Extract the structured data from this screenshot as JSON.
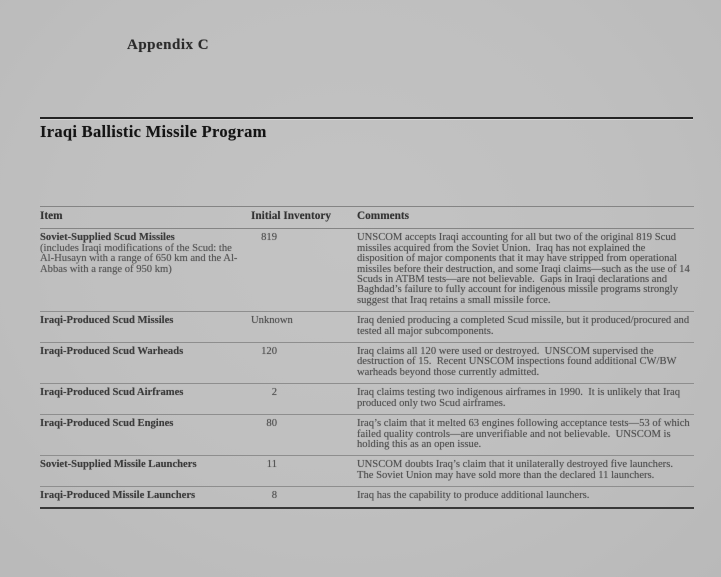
{
  "page": {
    "appendix_label": "Appendix C",
    "title": "Iraqi Ballistic Missile Program"
  },
  "table": {
    "headers": {
      "item": "Item",
      "inventory": "Initial Inventory",
      "comments": "Comments"
    },
    "rows": [
      {
        "item": "Soviet-Supplied Scud Missiles",
        "item_note": "(includes Iraqi modifications of the Scud: the Al-Husayn with a range of 650 km and the Al-Abbas with a range of 950 km)",
        "inventory": "819",
        "comments": "UNSCOM accepts Iraqi accounting for all but two of the original 819 Scud missiles acquired from the Soviet Union.  Iraq has not explained the disposition of major components that it may have stripped from operational missiles before their destruction, and some Iraqi claims—such as the use of 14 Scuds in ATBM tests—are not believable.  Gaps in Iraqi declarations and Baghdad’s failure to fully account for indigenous missile programs strongly suggest that Iraq retains a small missile force."
      },
      {
        "item": "Iraqi-Produced Scud Missiles",
        "inventory": "Unknown",
        "comments": "Iraq denied producing a completed Scud missile, but it produced/procured and tested all major subcomponents."
      },
      {
        "item": "Iraqi-Produced Scud Warheads",
        "inventory": "120",
        "comments": "Iraq claims all 120 were used or destroyed.  UNSCOM supervised the destruction of 15.  Recent UNSCOM inspections found additional CW/BW warheads beyond those currently admitted."
      },
      {
        "item": "Iraqi-Produced Scud Airframes",
        "inventory": "2",
        "comments": "Iraq claims testing two indigenous airframes in 1990.  It is unlikely that Iraq produced only two Scud airframes."
      },
      {
        "item": "Iraqi-Produced Scud Engines",
        "inventory": "80",
        "comments": "Iraq’s claim that it melted 63 engines following acceptance tests—53 of which failed quality controls—are unverifiable and not believable.  UNSCOM is holding this as an open issue."
      },
      {
        "item": "Soviet-Supplied Missile Launchers",
        "inventory": "11",
        "comments": "UNSCOM doubts Iraq’s claim that it unilaterally destroyed five launchers.  The Soviet Union may have sold more than the declared 11 launchers."
      },
      {
        "item": "Iraqi-Produced Missile Launchers",
        "inventory": "8",
        "comments": "Iraq has the capability to produce additional launchers."
      }
    ]
  }
}
